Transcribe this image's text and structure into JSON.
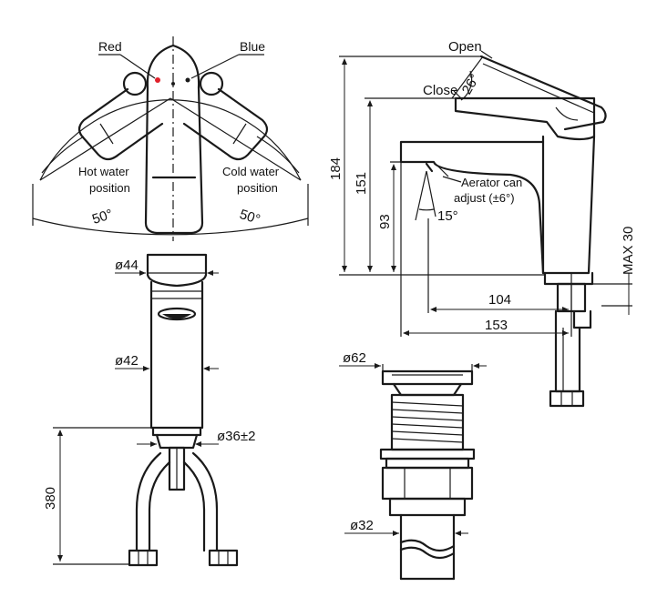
{
  "front_view": {
    "red_label": "Red",
    "blue_label": "Blue",
    "hot_water_line1": "Hot water",
    "hot_water_line2": "position",
    "cold_water_line1": "Cold water",
    "cold_water_line2": "position",
    "left_angle": "50°",
    "right_angle": "50°",
    "dia_44": "ø44",
    "dia_42": "ø42",
    "dia_36": "ø36±2",
    "height_380": "380"
  },
  "side_view": {
    "open_label": "Open",
    "close_label": "Close",
    "angle_26": "26°",
    "aerator_line1": "Aerator can",
    "aerator_line2": "adjust (±6°)",
    "angle_15": "15°",
    "dim_184": "184",
    "dim_151": "151",
    "dim_93": "93",
    "dim_max30": "MAX 30",
    "dim_104": "104",
    "dim_153": "153"
  },
  "drain_view": {
    "dia_62": "ø62",
    "dia_32": "ø32"
  },
  "colors": {
    "line": "#1a1a1a",
    "red_marker": "#e0202a",
    "background": "#ffffff"
  }
}
